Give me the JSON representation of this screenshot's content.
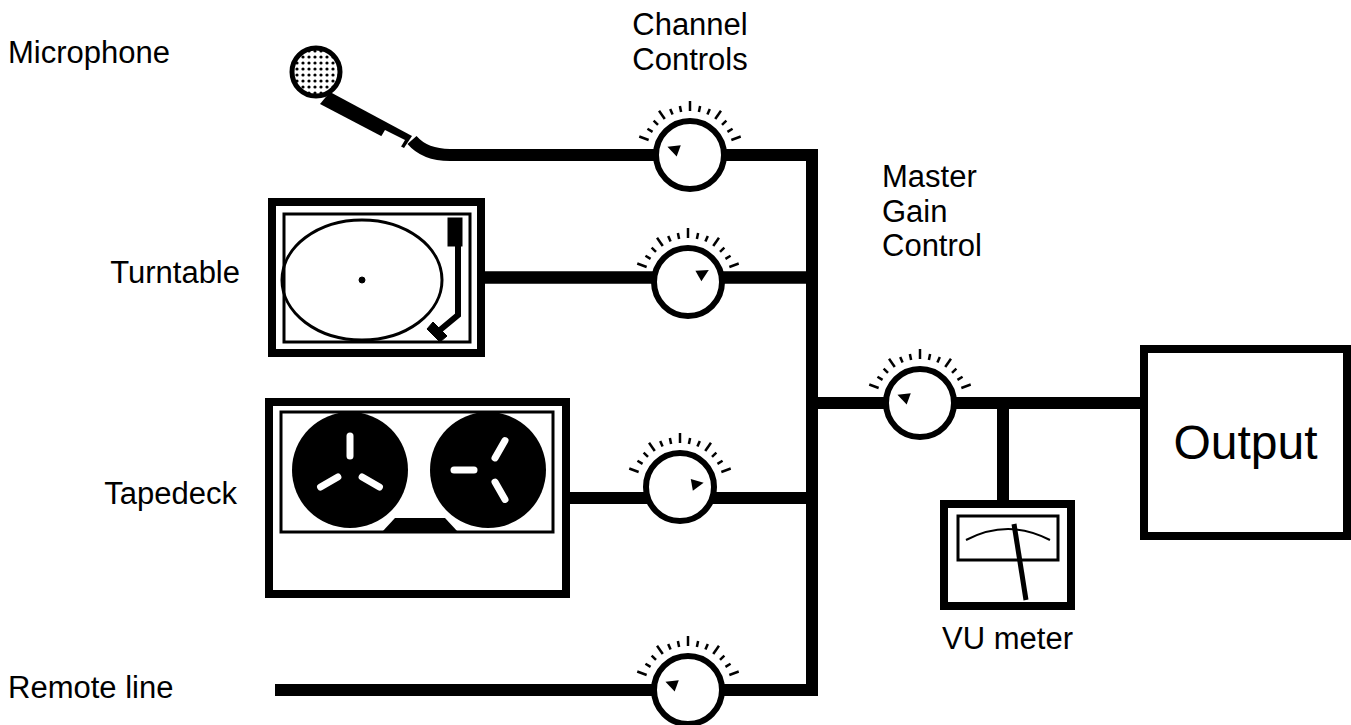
{
  "diagram": {
    "nodes": [
      {
        "text": [
          "Turntable"
        ]
      },
      {
        "text": [
          "Tapedeck"
        ]
      },
      {
        "text": [
          "VU meter"
        ]
      },
      {
        "text": [
          "Output"
        ]
      }
    ],
    "edges": [
      {
        "from": 0,
        "to": 3,
        "arrow": "none"
      },
      {
        "from": 1,
        "to": 3,
        "arrow": "none"
      },
      {
        "from": 0,
        "to": 2,
        "arrow": "none"
      },
      {
        "from": 1,
        "to": 2,
        "arrow": "none"
      }
    ],
    "labels": [
      "Microphone",
      "Channel Controls",
      "Master Gain Control",
      "Remote line"
    ]
  }
}
